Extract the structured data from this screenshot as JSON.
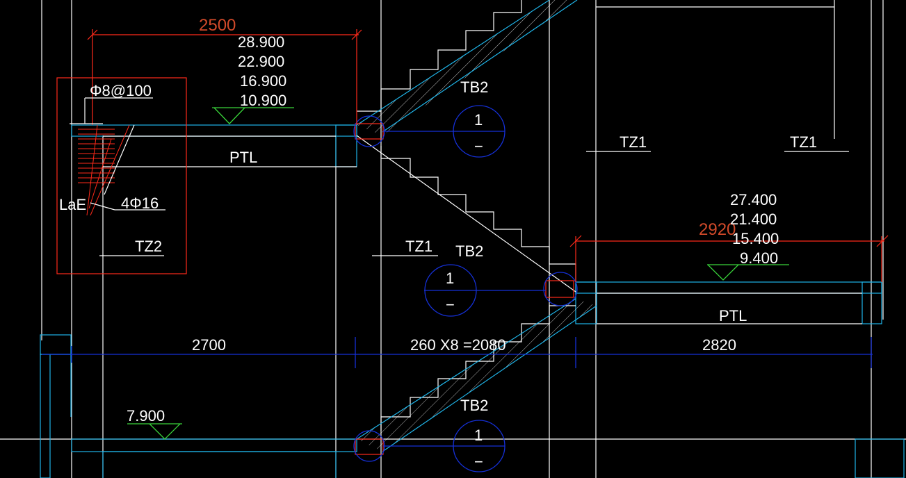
{
  "colors": {
    "background": "#000000",
    "line_white": "#ffffff",
    "line_cyan": "#1fb4e8",
    "line_blue": "#1530d8",
    "highlight_red": "#ff2a1a",
    "dim_orange": "#d24a2a",
    "level_green": "#39d43a"
  },
  "dimensions": {
    "top_span": "2500",
    "right_span": "2920",
    "bottom_left": "2700",
    "bottom_mid": "260 X8 =2080",
    "bottom_right": "2820"
  },
  "elevations": {
    "upper_left": [
      "28.900",
      "22.900",
      "16.900",
      "10.900"
    ],
    "right": [
      "27.400",
      "21.400",
      "15.400",
      "9.400"
    ],
    "bottom": "7.900"
  },
  "labels": {
    "rebar_spec": "Φ8@100",
    "lae": "LaE",
    "main_bars": "4Φ16",
    "ptl_left": "PTL",
    "ptl_right": "PTL",
    "tz2": "TZ2",
    "tz1_mid": "TZ1",
    "tz1_upper_a": "TZ1",
    "tz1_upper_b": "TZ1",
    "tb2_top": "TB2",
    "tb2_mid": "TB2",
    "tb2_bottom": "TB2"
  },
  "section_markers": [
    {
      "num": "1",
      "sub": "−"
    },
    {
      "num": "1",
      "sub": "−"
    },
    {
      "num": "1",
      "sub": "−"
    }
  ]
}
